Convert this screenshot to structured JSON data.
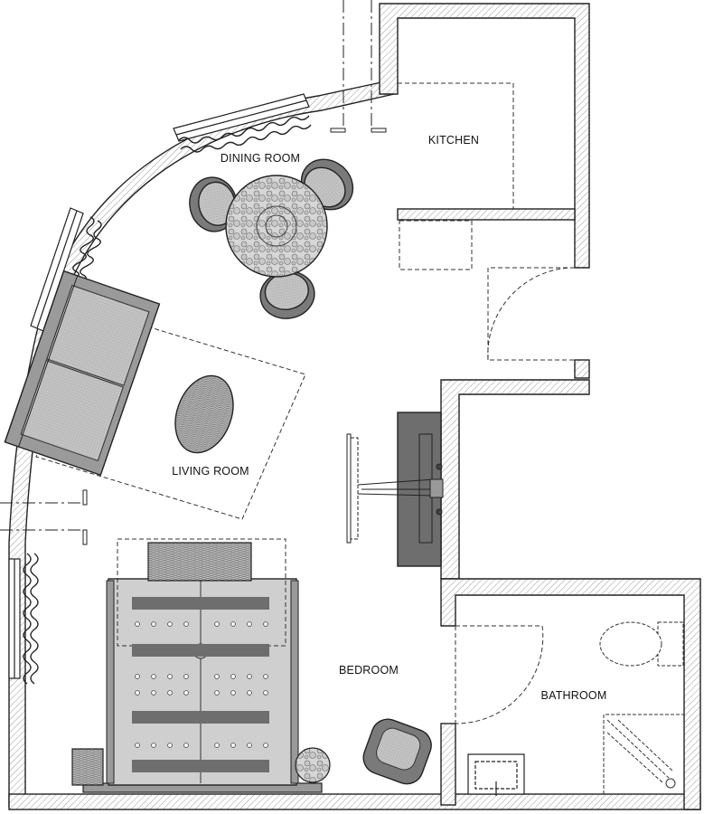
{
  "plan": {
    "rooms": [
      {
        "id": "dining",
        "label": "DINING ROOM"
      },
      {
        "id": "kitchen",
        "label": "KITCHEN"
      },
      {
        "id": "living",
        "label": "LIVING ROOM"
      },
      {
        "id": "bedroom",
        "label": "BEDROOM"
      },
      {
        "id": "bathroom",
        "label": "BATHROOM"
      }
    ],
    "colors": {
      "wall_fill": "#ffffff",
      "wall_hatch": "#9a9a9a",
      "line": "#222222",
      "furniture_light": "#cfcfcf",
      "furniture_mid": "#b0b0b0",
      "furniture_dark": "#6e6e6e"
    },
    "furniture": [
      "dining-table-icon",
      "dining-chair-icon",
      "sofa-icon",
      "rug-icon",
      "coffee-table-icon",
      "tv-console-icon",
      "tv-icon",
      "bed-icon",
      "nightstand-icon",
      "armchair-icon",
      "toilet-icon",
      "sink-icon",
      "shower-icon",
      "door-swing-icon",
      "window-icon"
    ]
  }
}
